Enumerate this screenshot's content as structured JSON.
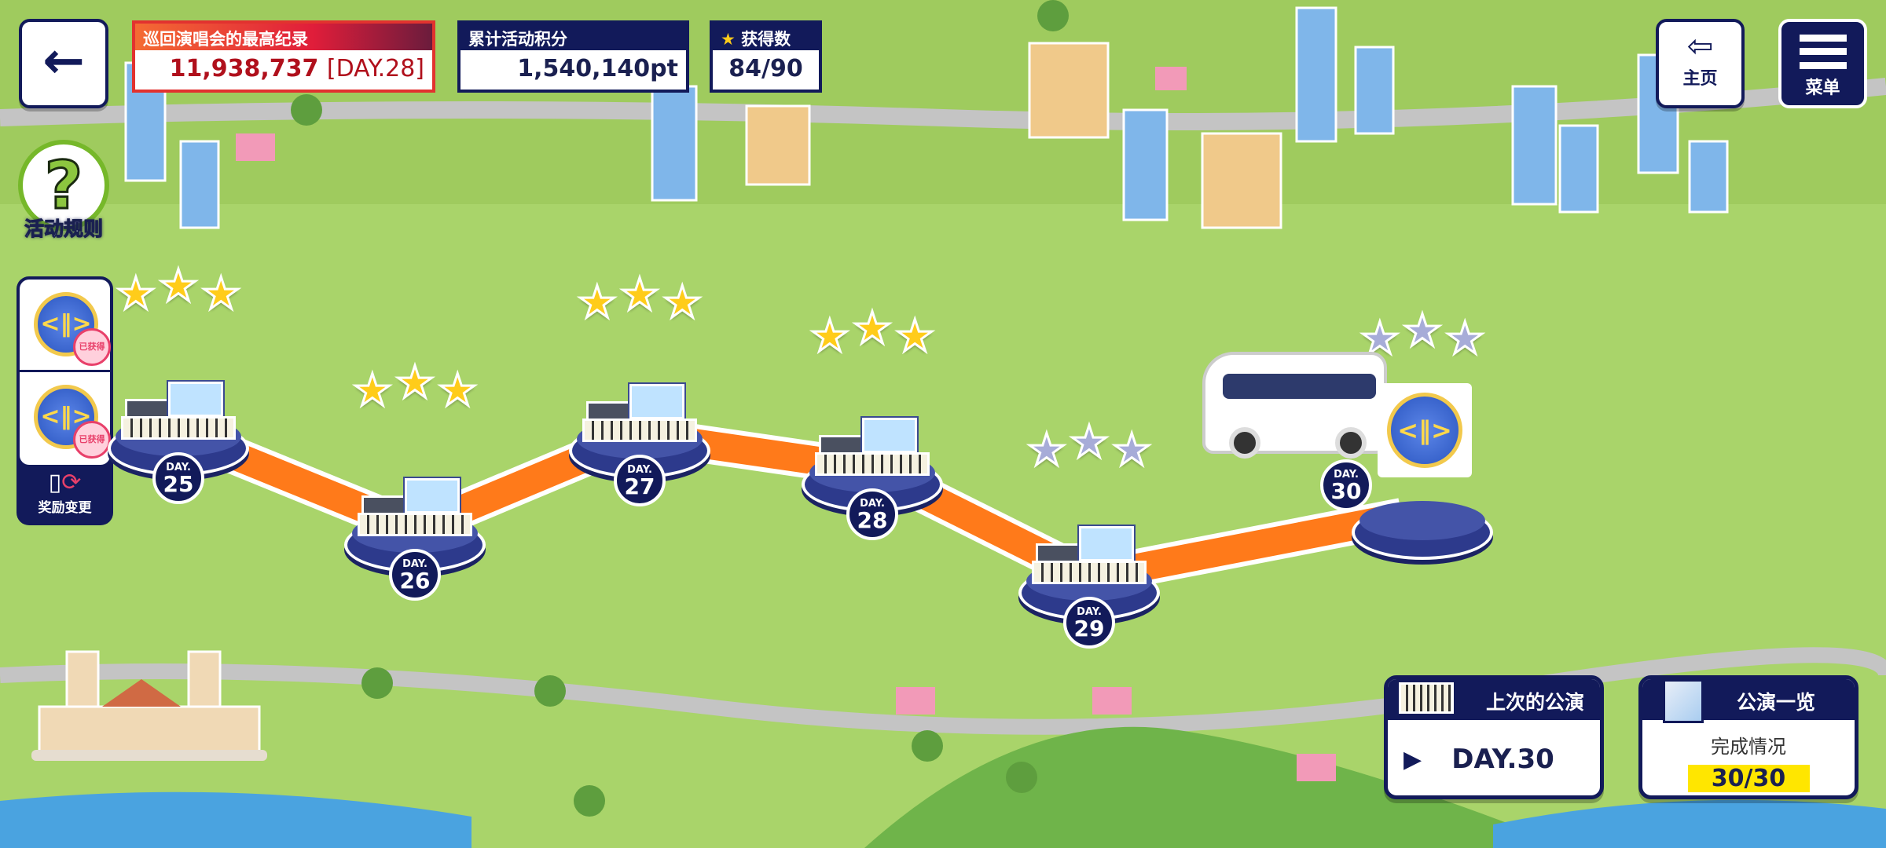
{
  "header": {
    "back_label": "←",
    "record": {
      "label": "巡回演唱会的最高纪录",
      "value": "11,938,737",
      "day": "[DAY.28]"
    },
    "points": {
      "label": "累计活动积分",
      "value": "1,540,140pt"
    },
    "stars": {
      "label": "获得数",
      "value": "84/90"
    },
    "home_label": "主页",
    "menu_label": "菜单"
  },
  "help": {
    "icon": "?",
    "label": "活动规则"
  },
  "rewards": {
    "stamp": "已获得",
    "change_label": "奖励变更"
  },
  "stages": [
    {
      "day_prefix": "DAY.",
      "day": "25",
      "stars": 3
    },
    {
      "day_prefix": "DAY.",
      "day": "26",
      "stars": 3
    },
    {
      "day_prefix": "DAY.",
      "day": "27",
      "stars": 3
    },
    {
      "day_prefix": "DAY.",
      "day": "28",
      "stars": 3
    },
    {
      "day_prefix": "DAY.",
      "day": "29",
      "stars": 0
    },
    {
      "day_prefix": "DAY.",
      "day": "30",
      "stars": 0
    }
  ],
  "last_performance": {
    "title": "上次的公演",
    "value": "DAY.30"
  },
  "performance_list": {
    "title": "公演一览",
    "label": "完成情况",
    "value": "30/30",
    "progress": 1.0
  },
  "colors": {
    "navy": "#121a5a",
    "path": "#ff7a1a",
    "grass": "#a9d46a",
    "record_red": "#b0101c",
    "highlight": "#ffe600"
  }
}
